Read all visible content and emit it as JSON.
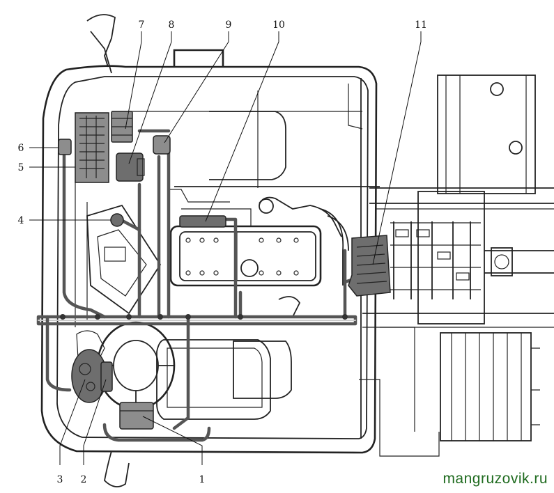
{
  "callouts": [
    {
      "id": "1",
      "text": "1"
    },
    {
      "id": "2",
      "text": "2"
    },
    {
      "id": "3",
      "text": "3"
    },
    {
      "id": "4",
      "text": "4"
    },
    {
      "id": "5",
      "text": "5"
    },
    {
      "id": "6",
      "text": "6"
    },
    {
      "id": "7",
      "text": "7"
    },
    {
      "id": "8",
      "text": "8"
    },
    {
      "id": "9",
      "text": "9"
    },
    {
      "id": "10",
      "text": "10"
    },
    {
      "id": "11",
      "text": "11"
    }
  ],
  "watermark": "mangruzovik.ru",
  "colors": {
    "watermark": "#1f6b1f",
    "component_fill": "#8d8d8d",
    "harness": "#555555"
  }
}
